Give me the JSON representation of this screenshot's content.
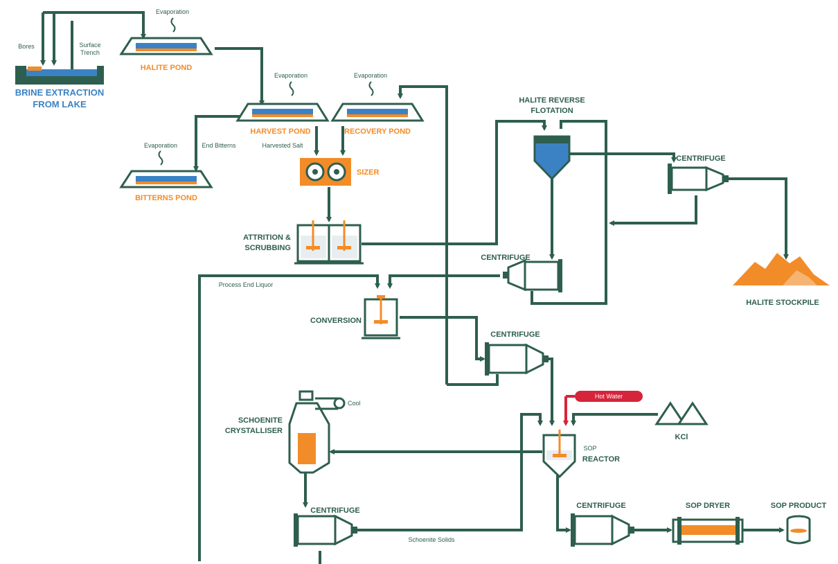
{
  "labels": {
    "brine_extraction": "BRINE EXTRACTION",
    "from_lake": "FROM LAKE",
    "bores": "Bores",
    "surface_trench_1": "Surface",
    "surface_trench_2": "Trench",
    "evap_halite": "Evaporation",
    "halite_pond": "HALITE POND",
    "evap_harvest": "Evaporation",
    "harvest_pond": "HARVEST POND",
    "evap_recovery": "Evaporation",
    "recovery_pond": "RECOVERY POND",
    "evap_bitterns": "Evaporation",
    "end_bitterns": "End Bitterns",
    "harvested_salt": "Harvested Salt",
    "bitterns_pond": "BITTERNS POND",
    "sizer": "SIZER",
    "attrition_1": "ATTRITION &",
    "attrition_2": "SCRUBBING",
    "halite_reverse_1": "HALITE REVERSE",
    "halite_reverse_2": "FLOTATION",
    "centrifuge_hs": "CENTRIFUGE",
    "halite_stockpile": "HALITE STOCKPILE",
    "centrifuge_mid": "CENTRIFUGE",
    "process_end_liquor": "Process End Liquor",
    "conversion": "CONVERSION",
    "centrifuge_conv": "CENTRIFUGE",
    "hot_water": "Hot Water",
    "kcl": "KCl",
    "schoenite_1": "SCHOENITE",
    "schoenite_2": "CRYSTALLISER",
    "cool": "Cool",
    "sop_small": "SOP",
    "reactor": "REACTOR",
    "centrifuge_sch": "CENTRIFUGE",
    "schoenite_solids": "Schoenite Solids",
    "centrifuge_sop": "CENTRIFUGE",
    "sop_dryer": "SOP DRYER",
    "sop_product": "SOP PRODUCT"
  },
  "colors": {
    "pipe": "#2e5e4e",
    "accent_orange": "#f28c28",
    "brine_blue": "#3b82c4",
    "hot_water_red": "#d6243a"
  }
}
